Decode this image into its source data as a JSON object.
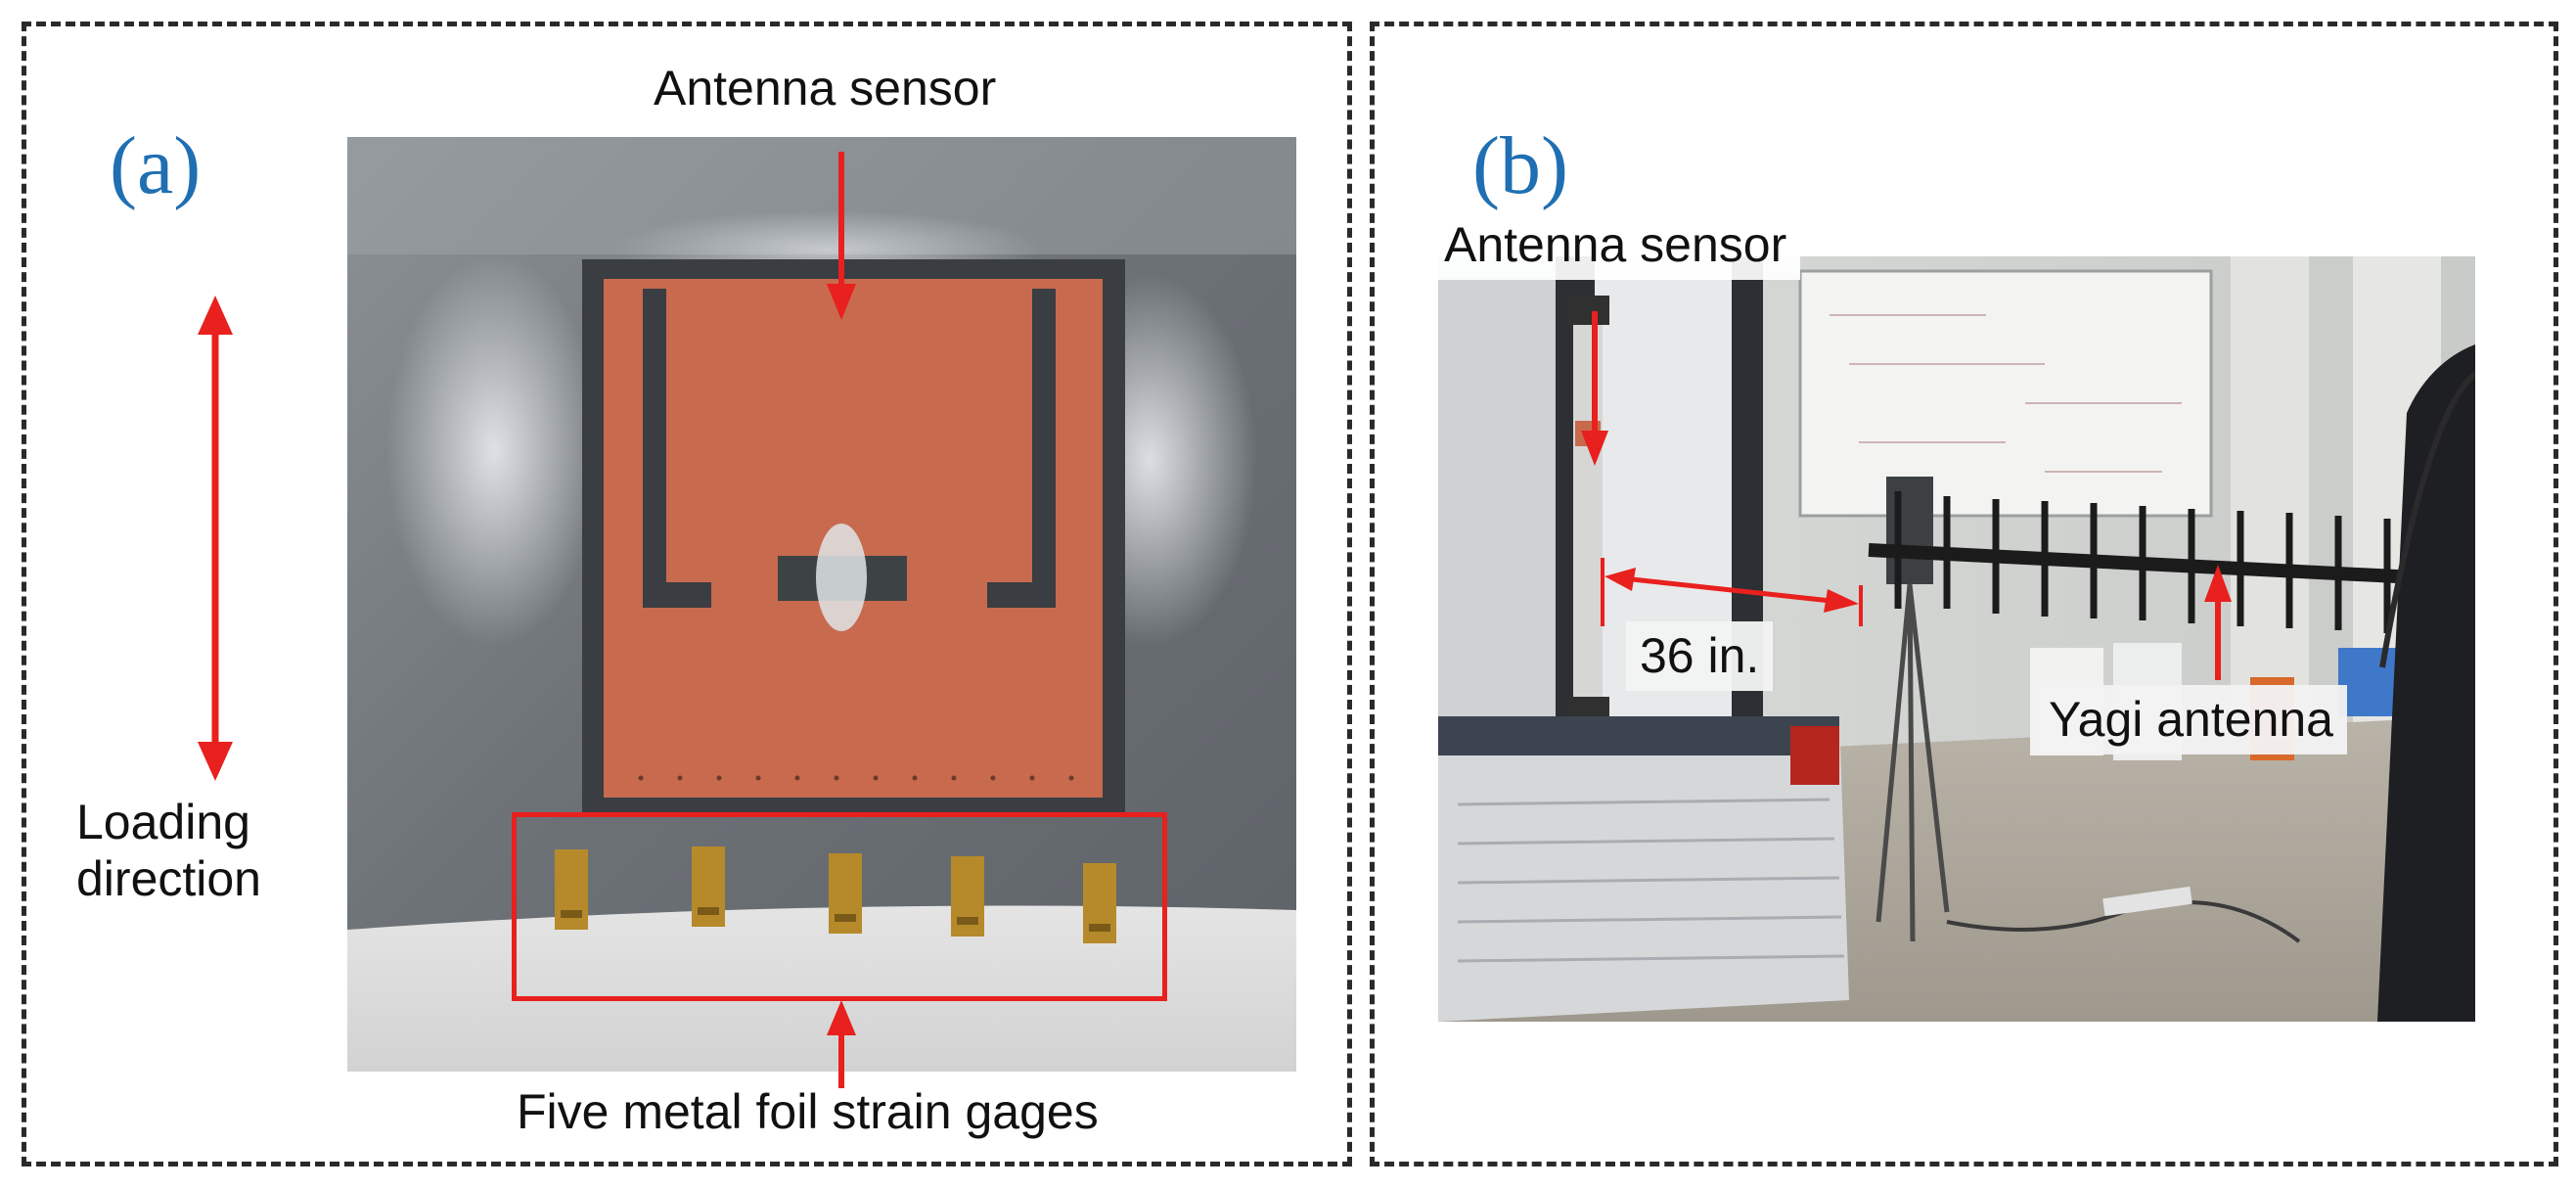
{
  "panel_a": {
    "letter": "(a)",
    "antenna_label": "Antenna sensor",
    "loading_label_line1": "Loading",
    "loading_label_line2": "direction",
    "gages_label": "Five metal foil strain gages"
  },
  "panel_b": {
    "letter": "(b)",
    "antenna_label": "Antenna sensor",
    "distance_label": "36 in.",
    "yagi_label": "Yagi antenna"
  },
  "colors": {
    "letter_blue": "#1f6fb2",
    "arrow_red": "#e8201e",
    "patch_copper": "#c86a4e",
    "substrate_dark": "#3a3d41"
  }
}
